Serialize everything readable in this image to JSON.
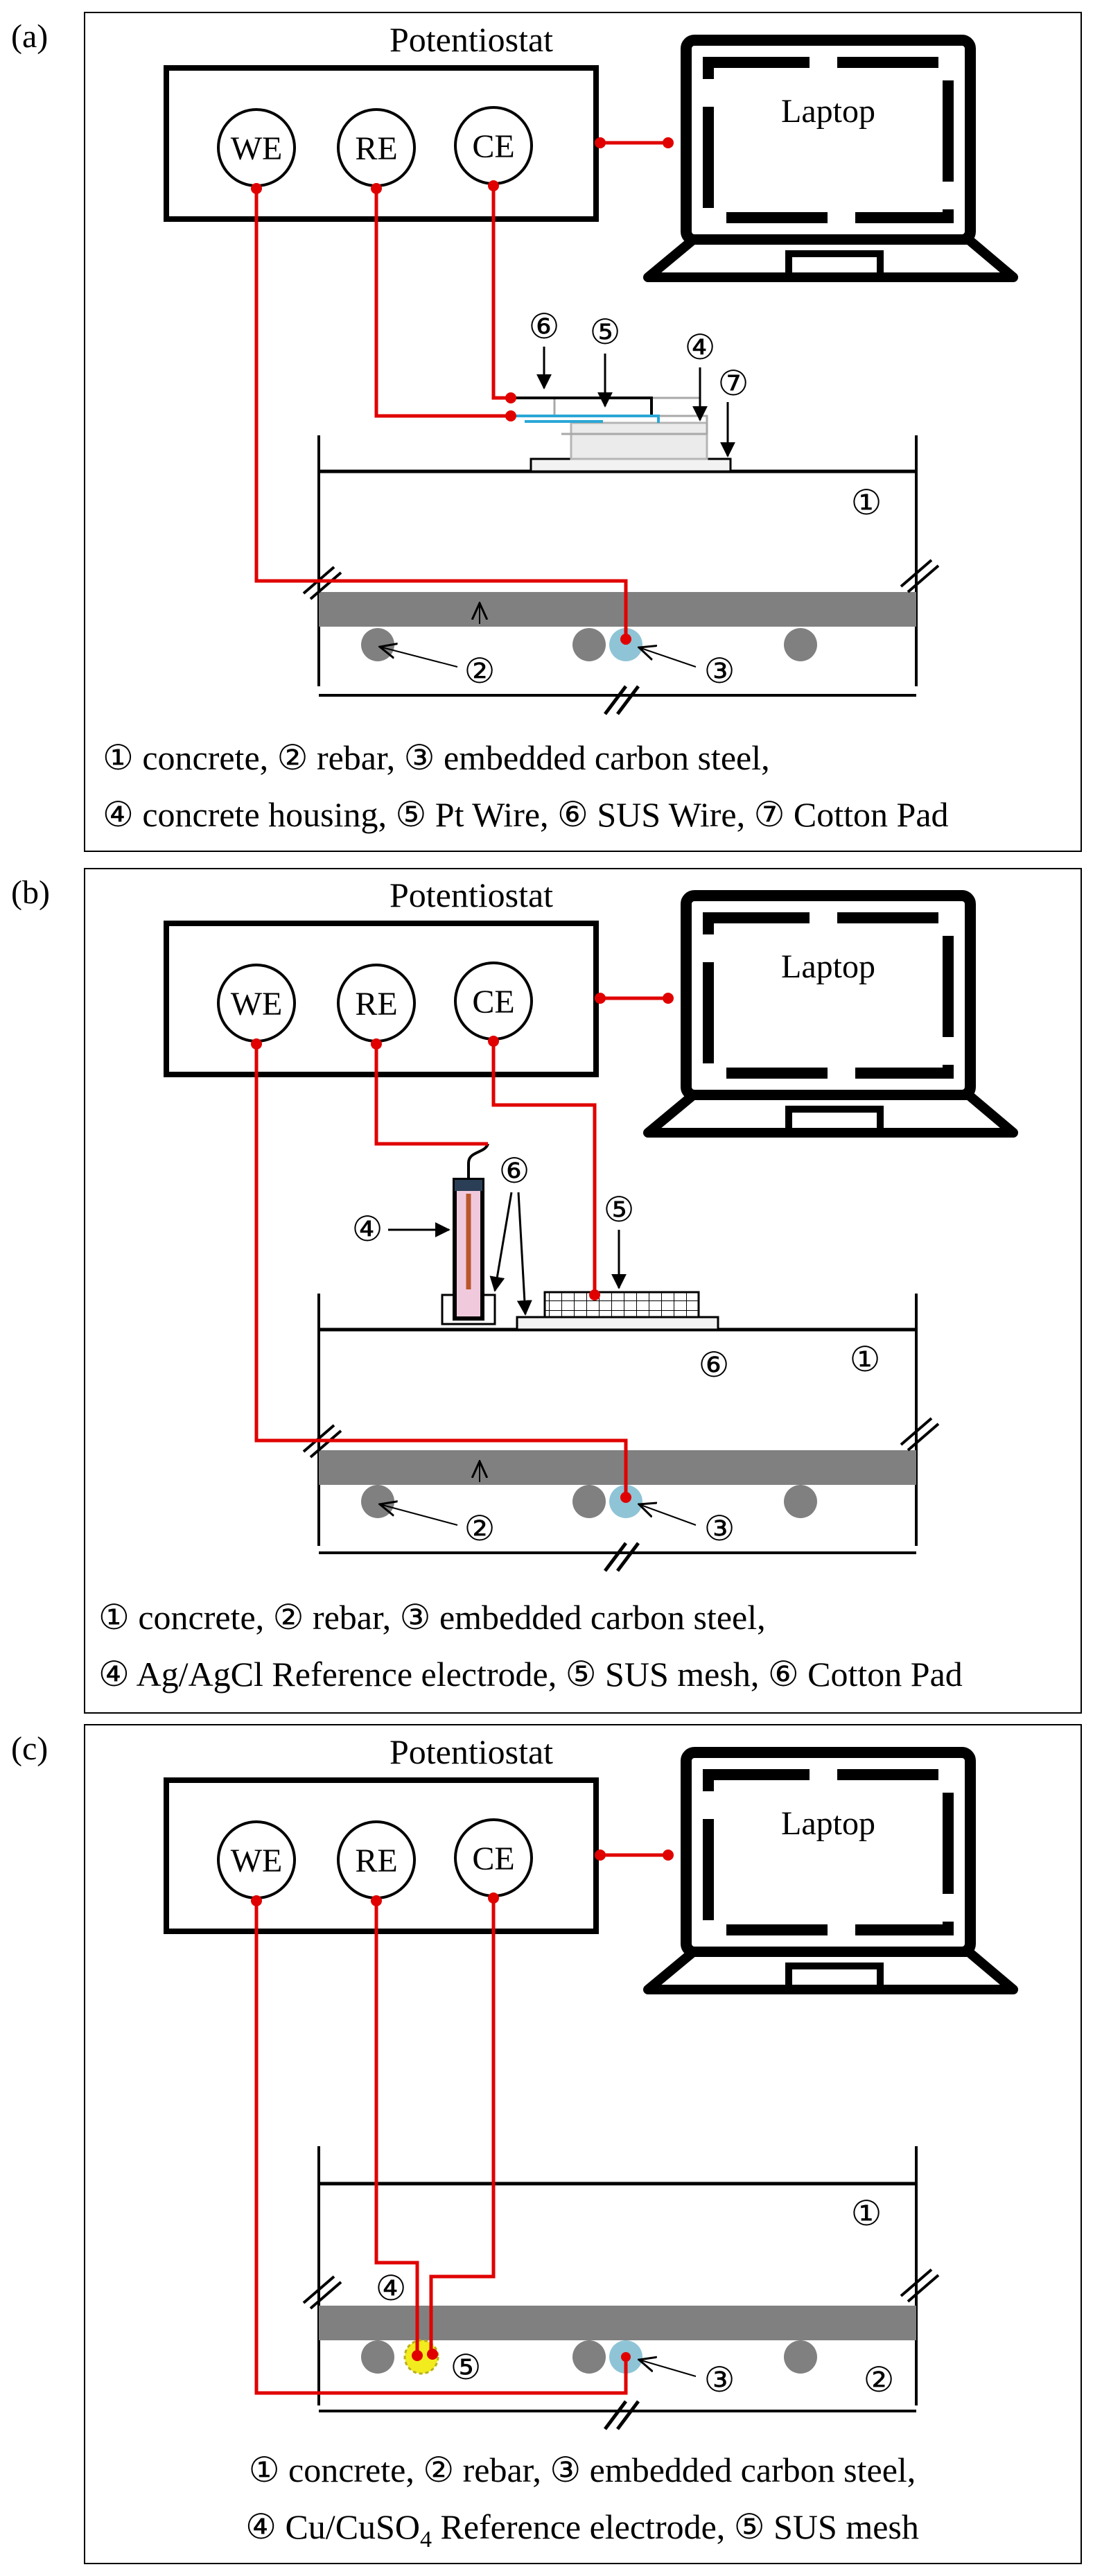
{
  "panels": [
    {
      "label": "(a)",
      "potentiostat": "Potentiostat",
      "laptop": "Laptop",
      "terminals": [
        "WE",
        "RE",
        "CE"
      ],
      "markers": {
        "m1": "①",
        "m2": "②",
        "m3": "③",
        "m4": "④",
        "m5": "⑤",
        "m6": "⑥",
        "m7": "⑦"
      },
      "legend": [
        "① concrete, ② rebar, ③ embedded carbon steel,",
        "④ concrete housing, ⑤ Pt Wire, ⑥ SUS Wire, ⑦ Cotton Pad"
      ]
    },
    {
      "label": "(b)",
      "potentiostat": "Potentiostat",
      "laptop": "Laptop",
      "terminals": [
        "WE",
        "RE",
        "CE"
      ],
      "markers": {
        "m1": "①",
        "m2": "②",
        "m3": "③",
        "m4": "④",
        "m5": "⑤",
        "m6a": "⑥",
        "m6b": "⑥"
      },
      "legend": [
        "① concrete, ② rebar, ③ embedded carbon steel,",
        "④ Ag/AgCl Reference electrode, ⑤ SUS mesh, ⑥ Cotton Pad"
      ]
    },
    {
      "label": "(c)",
      "potentiostat": "Potentiostat",
      "laptop": "Laptop",
      "terminals": [
        "WE",
        "RE",
        "CE"
      ],
      "markers": {
        "m1": "①",
        "m2": "②",
        "m3": "③",
        "m4": "④",
        "m5": "⑤"
      },
      "legend": [
        "① concrete, ② rebar, ③ embedded carbon steel,",
        "④ Cu/CuSO",
        "4",
        " Reference electrode, ⑤ SUS mesh"
      ]
    }
  ],
  "colors": {
    "wire": "#e00000",
    "rebar_bar": "#808080",
    "rebar_dot": "#808080",
    "carbon_steel": "#8fc4d6",
    "pt_wire": "#2aa7d6",
    "cu_electrode": "#f2ec1e",
    "ref_glass": "#f1c9dd",
    "ref_core": "#b8572b"
  }
}
